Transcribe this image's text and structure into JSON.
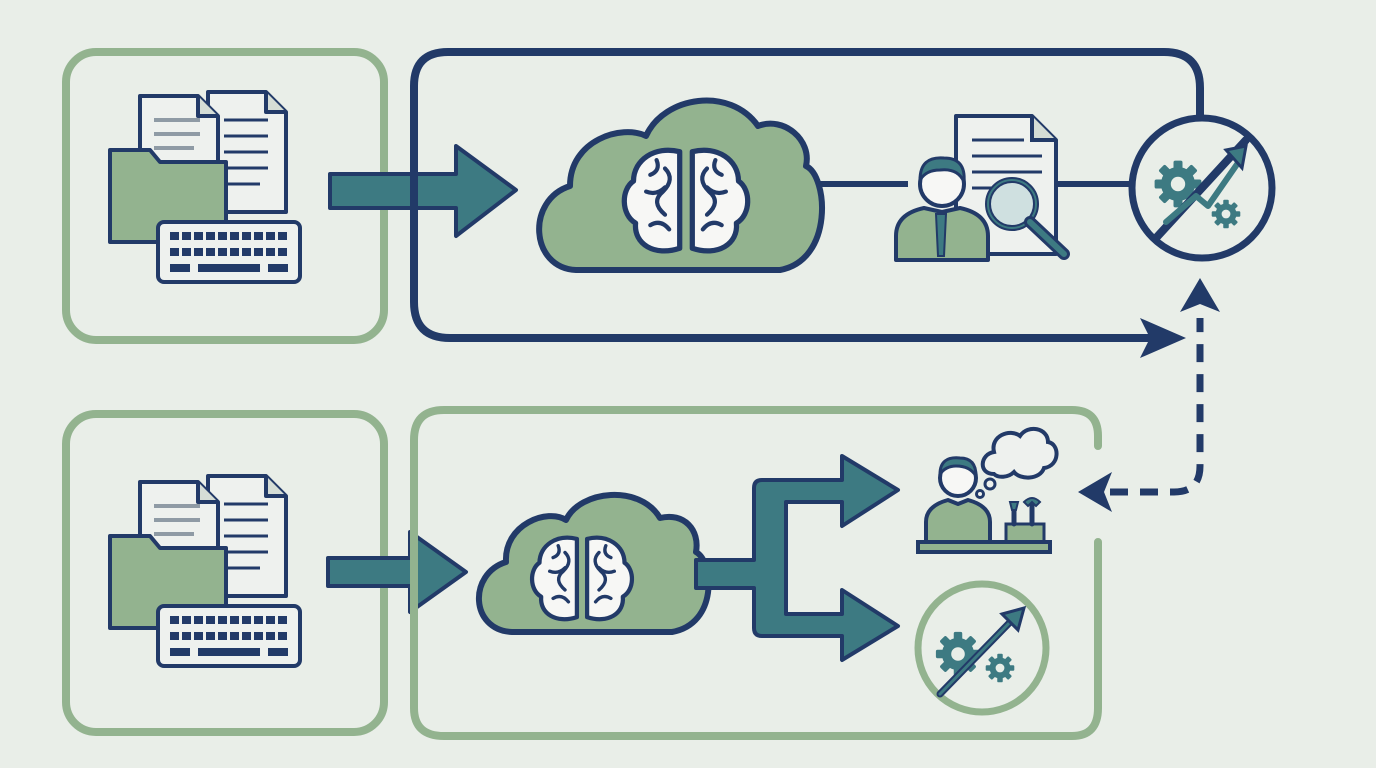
{
  "colors": {
    "background": "#e9eee8",
    "navy": "#223a68",
    "green_stroke": "#93b38f",
    "green_fill": "#93b38f",
    "teal": "#3d7a82",
    "paper": "#eef1ee",
    "icon_light": "#f7f7f5"
  },
  "diagram": {
    "rows": [
      {
        "name": "top-workflow",
        "input_icons": [
          "documents-icon",
          "folder-icon",
          "keyboard-icon"
        ],
        "process_icons": [
          "cloud-brain-icon",
          "human-reviewer-icon",
          "document-search-icon"
        ],
        "output_icon": "optimization-gears-icon",
        "connector_color": "navy"
      },
      {
        "name": "bottom-workflow",
        "input_icons": [
          "documents-icon",
          "folder-icon",
          "keyboard-icon"
        ],
        "process_icons": [
          "cloud-brain-icon",
          "branch-arrow-icon"
        ],
        "output_icons": [
          "person-thinking-workstation-icon",
          "optimization-gears-icon"
        ],
        "connector_color": "green"
      }
    ],
    "feedback": "dashed-arrow"
  }
}
